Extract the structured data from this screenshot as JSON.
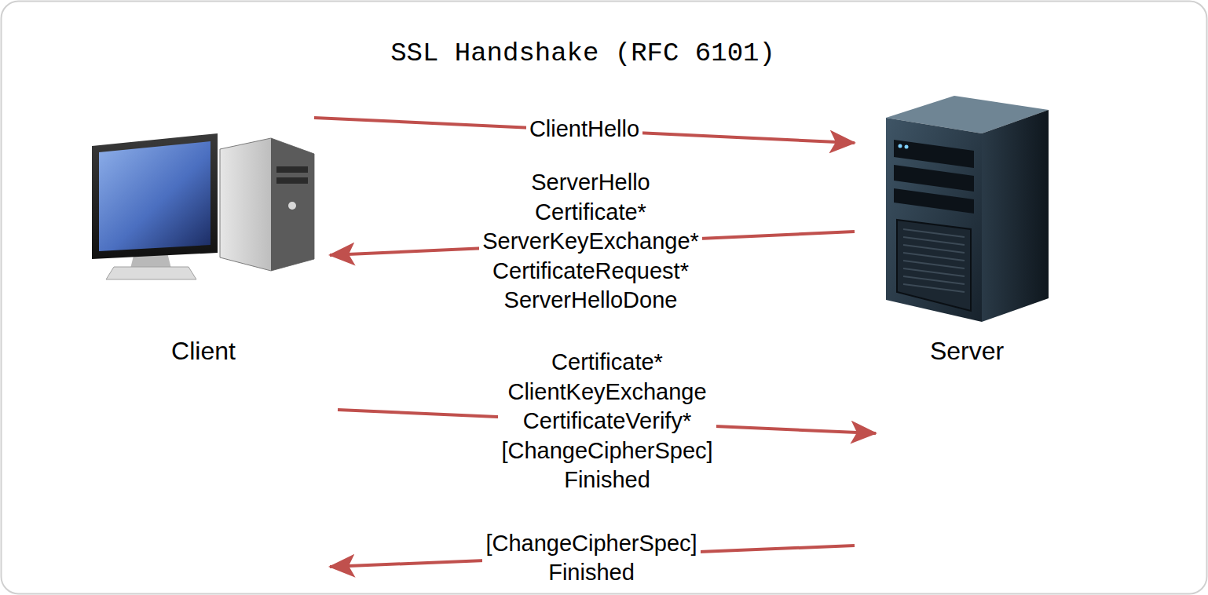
{
  "diagram": {
    "title": "SSL Handshake (RFC 6101)",
    "nodes": [
      {
        "text": [
          "Client"
        ]
      },
      {
        "text": [
          "Server"
        ]
      }
    ],
    "edges": [
      {
        "from": 0,
        "to": 1,
        "label": "ClientHello",
        "arrow": "to"
      },
      {
        "from": 1,
        "to": 0,
        "label": "ServerHello Certificate* ServerKeyExchange* CertificateRequest* ServerHelloDone",
        "arrow": "to"
      },
      {
        "from": 0,
        "to": 1,
        "label": "Certificate* ClientKeyExchange CertificateVerify* [ChangeCipherSpec] Finished",
        "arrow": "to"
      },
      {
        "from": 1,
        "to": 0,
        "label": "[ChangeCipherSpec] Finished",
        "arrow": "to"
      }
    ]
  }
}
